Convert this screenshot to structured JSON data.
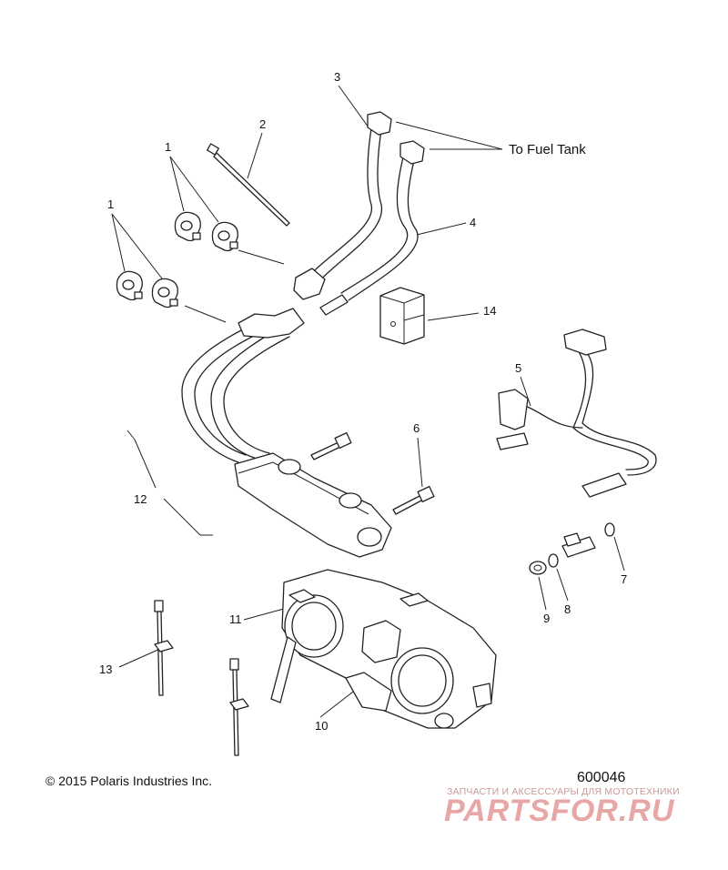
{
  "callouts": [
    {
      "id": "c1a",
      "label": "1"
    },
    {
      "id": "c1b",
      "label": "1"
    },
    {
      "id": "c2",
      "label": "2"
    },
    {
      "id": "c3",
      "label": "3"
    },
    {
      "id": "c4",
      "label": "4"
    },
    {
      "id": "c5",
      "label": "5"
    },
    {
      "id": "c6",
      "label": "6"
    },
    {
      "id": "c7",
      "label": "7"
    },
    {
      "id": "c8",
      "label": "8"
    },
    {
      "id": "c9",
      "label": "9"
    },
    {
      "id": "c10",
      "label": "10"
    },
    {
      "id": "c11",
      "label": "11"
    },
    {
      "id": "c12",
      "label": "12"
    },
    {
      "id": "c13",
      "label": "13"
    },
    {
      "id": "c14",
      "label": "14"
    }
  ],
  "annotation": "To Fuel Tank",
  "copyright": "© 2015 Polaris Industries Inc.",
  "drawing_number": "600046",
  "watermark": {
    "subtitle": "ЗАПЧАСТИ И АКСЕССУАРЫ ДЛЯ МОТОТЕХНИКИ",
    "brand": "PARTSFOR.RU"
  }
}
